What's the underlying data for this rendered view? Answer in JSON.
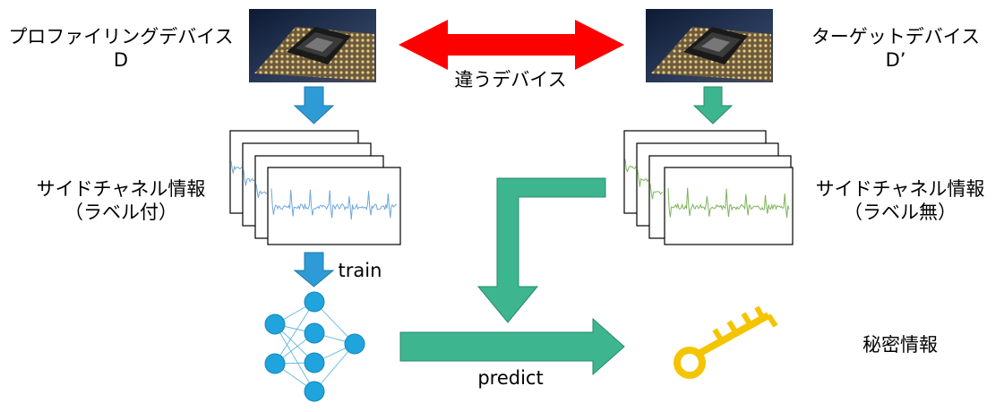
{
  "profiling_device": {
    "label": "プロファイリングデバイス",
    "symbol": "D"
  },
  "target_device": {
    "label": "ターゲットデバイス",
    "symbol": "D’"
  },
  "different_device_label": "違うデバイス",
  "side_channel_labeled": {
    "line1": "サイドチャネル情報",
    "line2": "（ラベル付）"
  },
  "side_channel_unlabeled": {
    "line1": "サイドチャネル情報",
    "line2": "（ラベル無）"
  },
  "train_label": "train",
  "predict_label": "predict",
  "secret_label": "秘密情報",
  "colors": {
    "blue_arrow": "#2E9BD6",
    "green_arrow": "#3DB58F",
    "red_arrow": "#FF0000",
    "nn_node": "#1FA4DD",
    "waveform_labeled": "#6FA8DC",
    "waveform_unlabeled": "#7DB45B",
    "key": "#F5C400"
  }
}
